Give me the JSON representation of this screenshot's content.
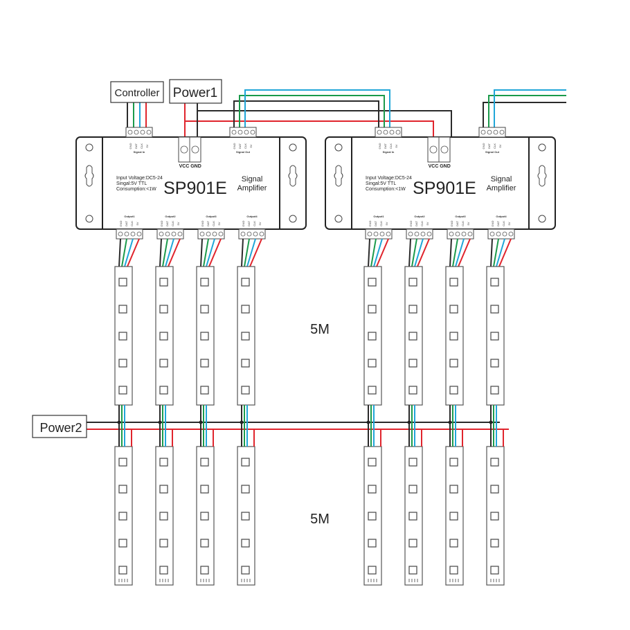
{
  "labels": {
    "controller": "Controller",
    "power1": "Power1",
    "power2": "Power2",
    "length_top": "5M",
    "length_bottom": "5M"
  },
  "device": {
    "model": "SP901E",
    "subtitle_line1": "Signal",
    "subtitle_line2": "Amplifier",
    "spec_voltage": "Input Voltage:DC5-24",
    "spec_signal": "Singal:5V TTL",
    "spec_consumption": "Consumption:<1W",
    "vcc_label": "VCC",
    "gnd_label": "GND",
    "signal_in_label": "Signal In",
    "signal_out_label": "Signal Out",
    "pin_labels": [
      "GND",
      "DAT",
      "CLK",
      "5V"
    ],
    "outputs": [
      "Output1",
      "Output2",
      "Output3",
      "Output4"
    ]
  },
  "devices": [
    {
      "id": "amp1",
      "name": "SP901E"
    },
    {
      "id": "amp2",
      "name": "SP901E"
    }
  ],
  "strips": {
    "per_output": 2,
    "leds_per_segment": 5,
    "segment_length": "5M"
  },
  "wire_colors": {
    "gnd": "#2a2a2a",
    "data": "#1a9a4a",
    "clock": "#1fa6d8",
    "vcc": "#e0242c"
  }
}
